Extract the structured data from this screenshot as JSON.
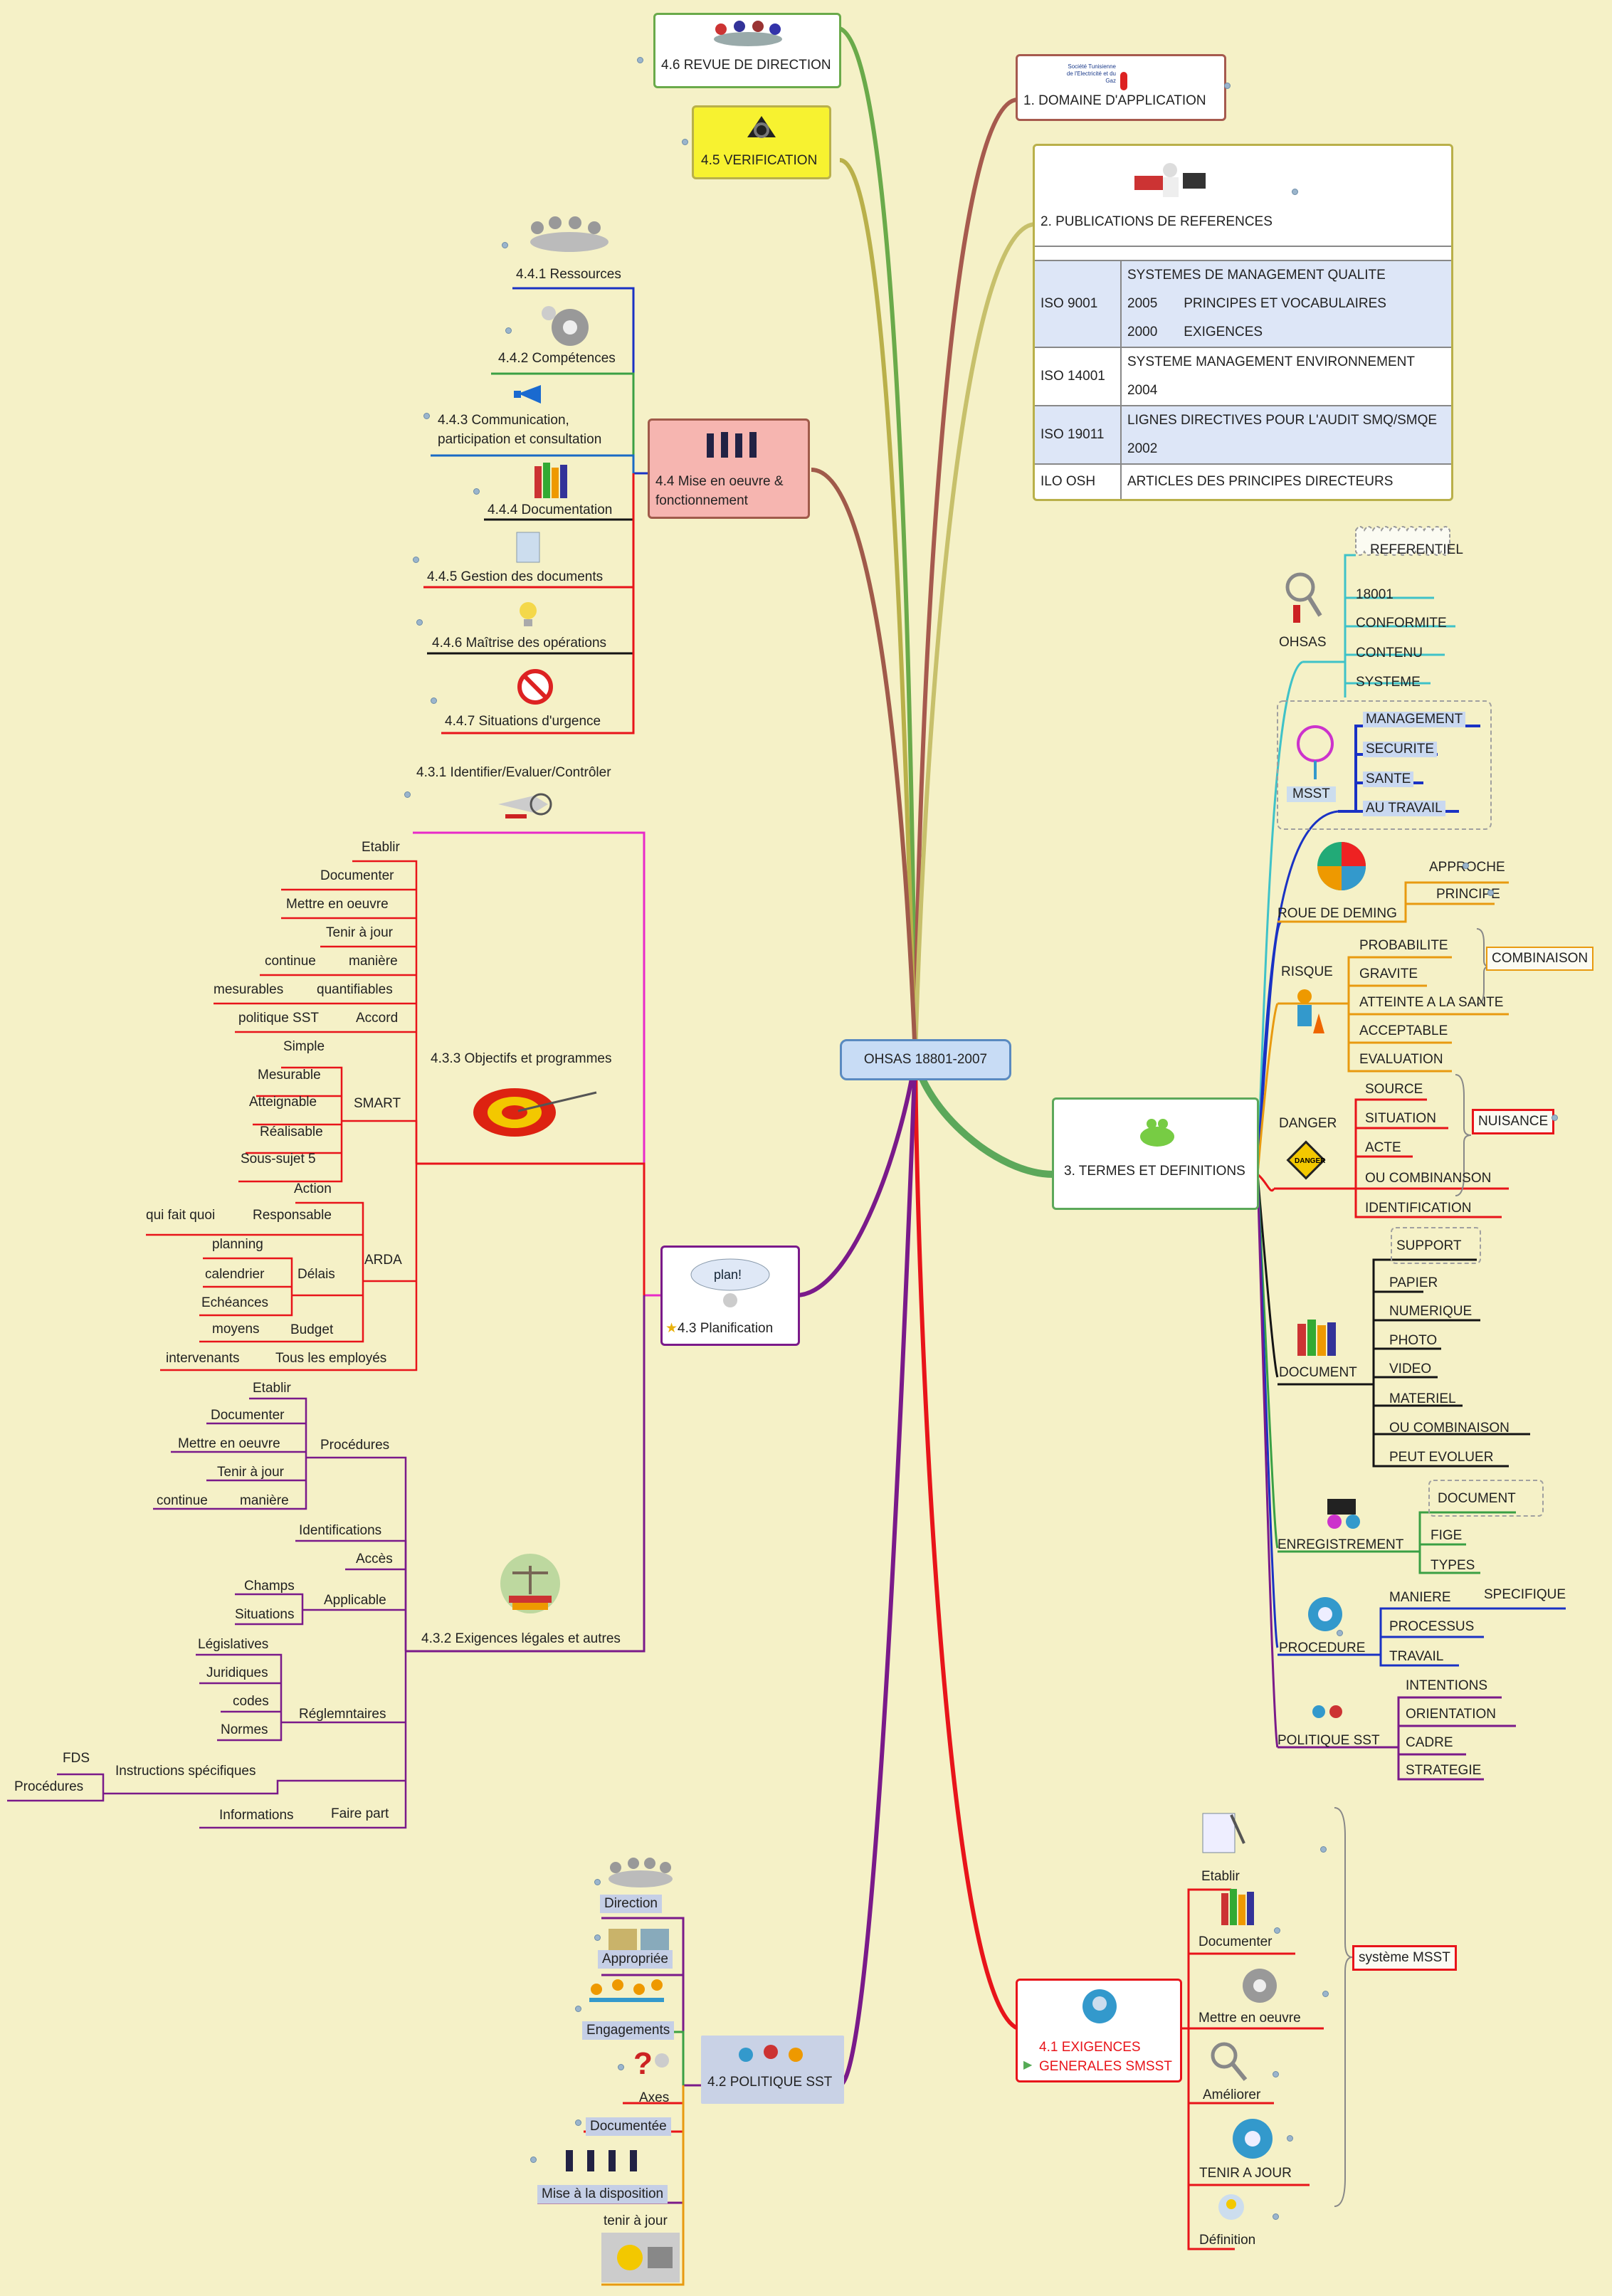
{
  "central": "OHSAS 18801-2007",
  "b1": "1. DOMAINE D'APPLICATION",
  "b2": "2. PUBLICATIONS DE REFERENCES",
  "refs": [
    {
      "k": "ISO 9001",
      "a": "SYSTEMES DE MANAGEMENT QUALITE",
      "b": "2005",
      "c": "PRINCIPES ET VOCABULAIRES",
      "d": "2000",
      "e": "EXIGENCES"
    },
    {
      "k": "ISO 14001",
      "a": "SYSTEME MANAGEMENT ENVIRONNEMENT",
      "b": "2004"
    },
    {
      "k": "ISO 19011",
      "a": "LIGNES DIRECTIVES POUR L'AUDIT SMQ/SMQE",
      "b": "2002"
    },
    {
      "k": "ILO OSH",
      "a": "ARTICLES DES PRINCIPES DIRECTEURS"
    }
  ],
  "b3": "3. TERMES ET DEFINITIONS",
  "ohsas": {
    "label": "OHSAS",
    "items": [
      "REFERENTIEL",
      "18001",
      "CONFORMITE",
      "CONTENU",
      "SYSTEME"
    ]
  },
  "msst": {
    "label": "MSST",
    "items": [
      "MANAGEMENT",
      "SECURITE",
      "SANTE",
      "AU TRAVAIL"
    ]
  },
  "deming": {
    "label": "ROUE DE DEMING",
    "items": [
      "APPROCHE",
      "PRINCIPE"
    ]
  },
  "risque": {
    "label": "RISQUE",
    "items": [
      "PROBABILITE",
      "GRAVITE",
      "ATTEINTE A LA SANTE",
      "ACCEPTABLE",
      "EVALUATION"
    ],
    "note": "COMBINAISON"
  },
  "danger": {
    "label": "DANGER",
    "items": [
      "SOURCE",
      "SITUATION",
      "ACTE",
      "OU COMBINANSON",
      "IDENTIFICATION"
    ],
    "note": "NUISANCE"
  },
  "document": {
    "label": "DOCUMENT",
    "items": [
      "SUPPORT",
      "PAPIER",
      "NUMERIQUE",
      "PHOTO",
      "VIDEO",
      "MATERIEL",
      "OU COMBINAISON",
      "PEUT EVOLUER"
    ]
  },
  "enreg": {
    "label": "ENREGISTREMENT",
    "items": [
      "DOCUMENT",
      "FIGE",
      "TYPES"
    ]
  },
  "proc": {
    "label": "PROCEDURE",
    "items": [
      "MANIERE",
      "SPECIFIQUE",
      "PROCESSUS",
      "TRAVAIL"
    ]
  },
  "polsst": {
    "label": "POLITIQUE SST",
    "items": [
      "INTENTIONS",
      "ORIENTATION",
      "CADRE",
      "STRATEGIE"
    ]
  },
  "b41": "4.1 EXIGENCES GENERALES SMSST",
  "g41": [
    "Etablir",
    "Documenter",
    "Mettre en oeuvre",
    "Améliorer",
    "TENIR A JOUR",
    "Définition"
  ],
  "g41note": "système MSST",
  "b42": "4.2 POLITIQUE SST",
  "g42": [
    "Direction",
    "Appropriée",
    "Engagements",
    "Axes",
    "Documentée",
    "Mise à la disposition",
    "tenir à jour"
  ],
  "b43": "4.3 Planification",
  "s431": "4.3.1 Identifier/Evaluer/Contrôler",
  "s433": "4.3.3  Objectifs et programmes",
  "g433": {
    "etablir": "Etablir",
    "documenter": "Documenter",
    "mettre": "Mettre en oeuvre",
    "tenir": "Tenir à jour",
    "continue": "continue",
    "maniere": "manière",
    "mesurables": "mesurables",
    "quantifiables": "quantifiables",
    "politique": "politique SST",
    "accord": "Accord",
    "smart": "SMART",
    "simple": "Simple",
    "mesurable": "Mesurable",
    "atteignable": "Atteignable",
    "realisable": "Réalisable",
    "soussujet": "Sous-sujet  5",
    "arda": "ARDA",
    "action": "Action",
    "quifait": "qui fait quoi",
    "responsable": "Responsable",
    "delais": "Délais",
    "planning": "planning",
    "calendrier": "calendrier",
    "echeances": "Echéances",
    "moyens": "moyens",
    "budget": "Budget",
    "intervenants": "intervenants",
    "tous": "Tous  les employés"
  },
  "s432": "4.3.2 Exigences légales et autres",
  "g432": {
    "procedures": "Procédures",
    "etablir": "Etablir",
    "documenter": "Documenter",
    "mettre": "Mettre en oeuvre",
    "tenir": "Tenir à jour",
    "continue": "continue",
    "maniere": "manière",
    "identifications": "Identifications",
    "acces": "Accès",
    "applicable": "Applicable",
    "champs": "Champs",
    "situations": "Situations",
    "legislatives": "Législatives",
    "juridiques": "Juridiques",
    "codes": "codes",
    "normes": "Normes",
    "reglementaires": "Réglemntaires",
    "instructions": "Instructions spécifiques",
    "fds": "FDS",
    "procedures2": "Procédures",
    "informations": "Informations",
    "faire": "Faire part"
  },
  "b44": "4.4 Mise en oeuvre & fonctionnement",
  "g44": [
    "4.4.1 Ressources",
    "4.4.2 Compétences",
    "4.4.3 Communication, participation et consultation",
    "4.4.4 Documentation",
    "4.4.5 Gestion  des documents",
    "4.4.6 Maîtrise des opérations",
    "4.4.7  Situations  d'urgence"
  ],
  "b45": "4.5 VERIFICATION",
  "b46": "4.6 REVUE DE DIRECTION",
  "logo_text": "Société Tunisienne de l'Electricité et du Gaz"
}
